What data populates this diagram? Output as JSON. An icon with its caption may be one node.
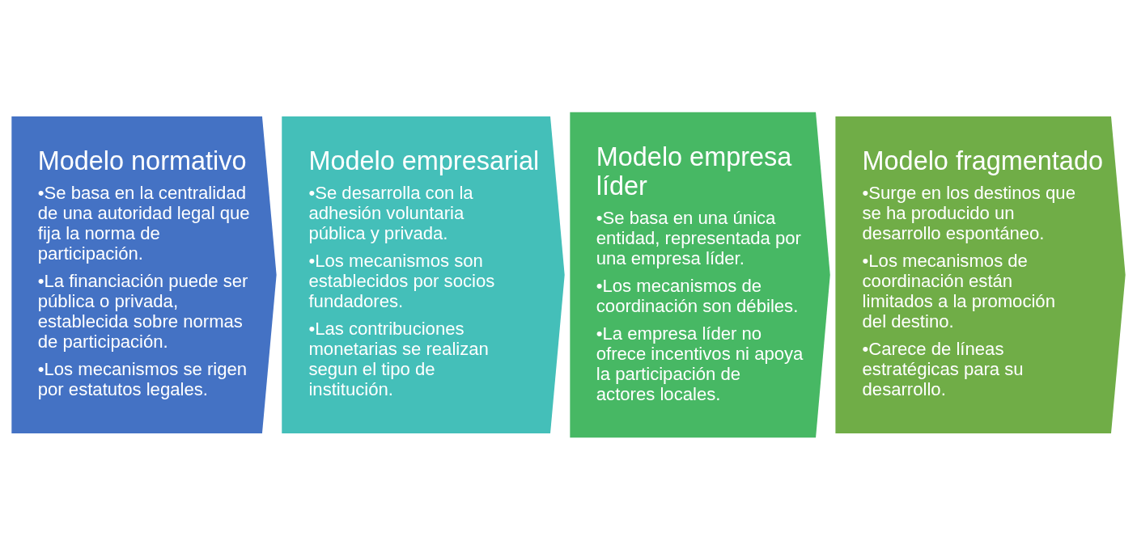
{
  "diagram": {
    "nodes": [
      {
        "text": [
          "Modelo normativo",
          "•Se basa en la centralidad de una autoridad legal que fija la norma de participación.",
          "•La financiación puede ser pública o privada, establecida sobre normas de participación.",
          "•Los mecanismos se rigen por estatutos legales."
        ]
      },
      {
        "text": [
          "Modelo empresarial",
          "•Se desarrolla con la adhesión voluntaria pública y privada.",
          "•Los mecanismos son establecidos por socios fundadores.",
          "•Las contribuciones monetarias se realizan segun el tipo de institución."
        ]
      },
      {
        "text": [
          "Modelo empresa líder",
          "•Se basa en una única entidad, representada por una empresa líder.",
          "•Los mecanismos de coordinación son débiles.",
          "•La empresa líder no ofrece incentivos ni apoya la participación de actores locales."
        ]
      },
      {
        "text": [
          "Modelo fragmentado",
          "•Surge en los destinos que se ha producido un desarrollo espontáneo.",
          "•Los mecanismos de coordinación están limitados a la promoción del destino.",
          "•Carece de líneas estratégicas para su desarrollo."
        ]
      }
    ],
    "edges": []
  }
}
